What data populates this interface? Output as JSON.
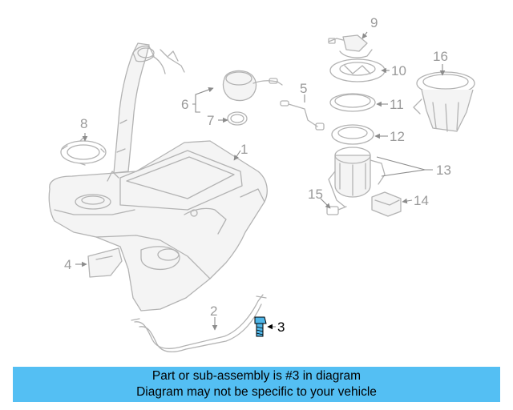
{
  "diagram": {
    "callouts": [
      "1",
      "2",
      "3",
      "4",
      "5",
      "6",
      "7",
      "8",
      "9",
      "10",
      "11",
      "12",
      "13",
      "14",
      "15",
      "16"
    ],
    "highlighted_callout": "3",
    "colors": {
      "highlight_part": "#4fb6e8",
      "banner": "#54bff3",
      "line_art": "#b3b3b3"
    }
  },
  "banner": {
    "line1": "Part or sub-assembly is #3 in diagram",
    "line2": "Diagram may not be specific to your vehicle"
  }
}
